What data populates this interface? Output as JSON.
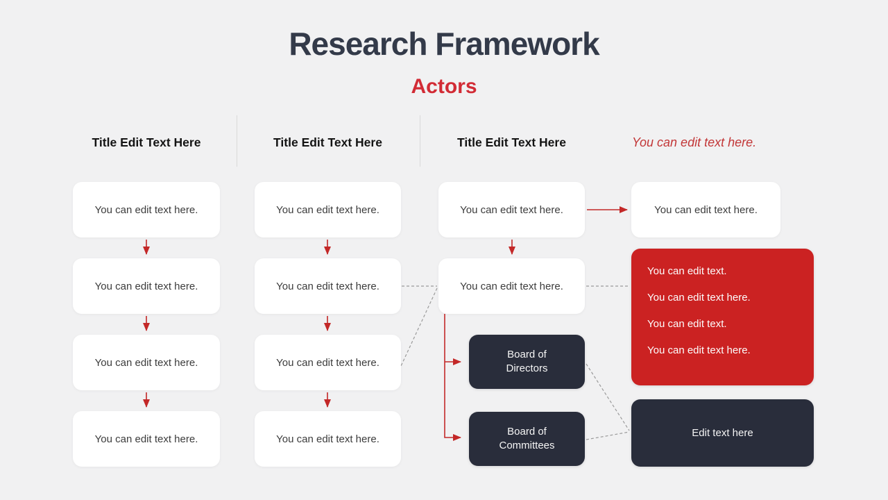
{
  "slide": {
    "title": "Research Framework",
    "subtitle": "Actors"
  },
  "colors": {
    "background": "#F1F1F2",
    "title_navy": "#333A49",
    "subtitle_red": "#D22B35",
    "accent_red": "#CB2222",
    "arrow_red": "#C32828",
    "dark_navy": "#292D3B",
    "body_text": "#3C3C3C",
    "dashed_gray": "#999999",
    "divider_gray": "#D9D9D9"
  },
  "columns": [
    {
      "header": "Title Edit Text Here",
      "boxes": [
        "You can edit text here.",
        "You can edit text here.",
        "You can edit text here.",
        "You can edit text here."
      ]
    },
    {
      "header": "Title Edit Text Here",
      "boxes": [
        "You can edit text here.",
        "You can edit text here.",
        "You can edit text here.",
        "You can edit text here."
      ]
    },
    {
      "header": "Title Edit Text Here",
      "boxes": [
        "You can edit text here.",
        "You can edit text here."
      ],
      "dark_boxes": [
        "Board of Directors",
        "Board of Committees"
      ]
    },
    {
      "header": "You can edit text here.",
      "white_box": "You can edit text here.",
      "red_box_lines": [
        "You can edit text.",
        "You can edit text here.",
        "You can edit text.",
        "You can edit text here."
      ],
      "dark_box": "Edit text here"
    }
  ]
}
